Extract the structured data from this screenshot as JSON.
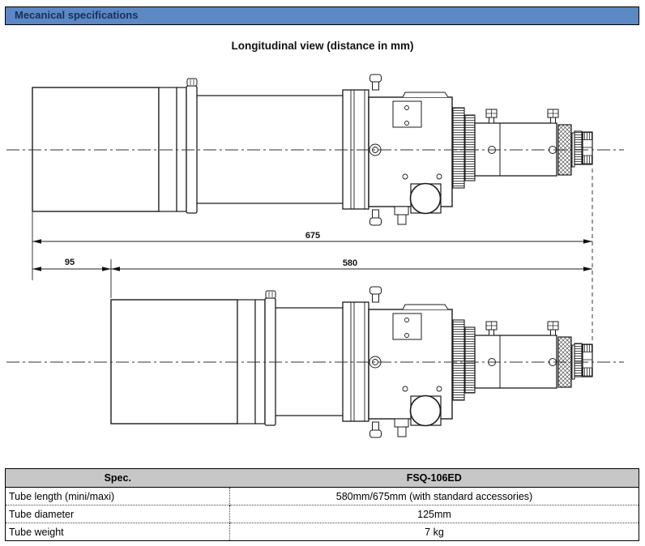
{
  "header": {
    "title": "Mecanical specifications",
    "bg_color": "#5c88c4",
    "text_color": "#17305c"
  },
  "diagram": {
    "title": "Longitudinal view (distance in mm)",
    "dimensions": {
      "total_length_mm": "675",
      "dew_shield_travel_mm": "95",
      "retracted_length_mm": "580"
    }
  },
  "spec_table": {
    "header_bg": "#c7c7c7",
    "columns": {
      "col1": "Spec.",
      "col2": "FSQ-106ED"
    },
    "rows": [
      {
        "label": "Tube length (mini/maxi)",
        "value": "580mm/675mm (with standard accessories)"
      },
      {
        "label": "Tube diameter",
        "value": "125mm"
      },
      {
        "label": "Tube weight",
        "value": "7 kg"
      }
    ]
  }
}
